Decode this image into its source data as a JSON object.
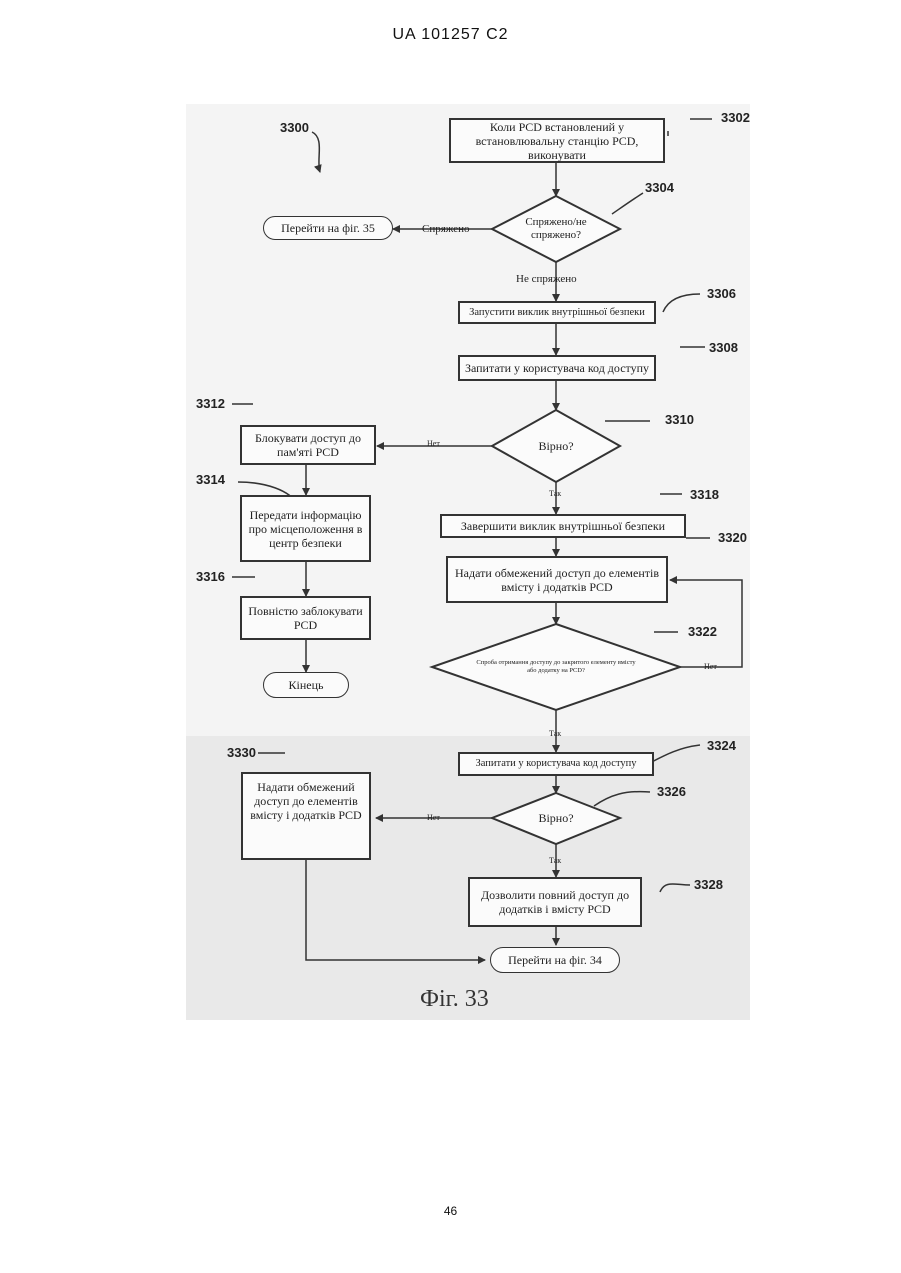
{
  "header": "UA   101257   C2",
  "page_number": "46",
  "figure": {
    "id": "3300",
    "caption": "Фіг. 33",
    "refs": {
      "r3302": "3302",
      "r3304": "3304",
      "r3306": "3306",
      "r3308": "3308",
      "r3310": "3310",
      "r3312": "3312",
      "r3314": "3314",
      "r3316": "3316",
      "r3318": "3318",
      "r3320": "3320",
      "r3322": "3322",
      "r3324": "3324",
      "r3326": "3326",
      "r3328": "3328",
      "r3330": "3330"
    },
    "nodes": {
      "start": "Коли PCD встановлений у встановлювальну станцію PCD, виконувати",
      "paired_q": "Спряжено/не спряжено?",
      "goto35": "Перейти на фіг. 35",
      "start_call": "Запустити виклик внутрішньої безпеки",
      "ask_code1": "Запитати у користувача код доступу",
      "correct_q1": "Вірно?",
      "block_mem": "Блокувати доступ до пам'яті PCD",
      "send_loc": "Передати інформацію про місцеположення в центр безпеки",
      "full_lock": "Повністю заблокувати PCD",
      "end": "Кінець",
      "end_call": "Завершити виклик внутрішньої безпеки",
      "limited_access": "Надати обмежений доступ до елементів вмісту і додатків PCD",
      "try_access_q": "Спроба отримання доступу до закритого елементу вмісту або додатку на PCD?",
      "ask_code2": "Запитати у користувача код доступу",
      "correct_q2": "Вірно?",
      "limited_access2": "Надати обмежений доступ до елементів вмісту і додатків PCD",
      "allow_full": "Дозволити повний доступ до додатків і вмісту PCD",
      "goto34": "Перейти на фіг. 34"
    },
    "edge_labels": {
      "paired": "Спряжено",
      "not_paired": "Не спряжено",
      "no1": "Нет",
      "yes1": "Так",
      "no2": "Нет",
      "yes2": "Так",
      "no3": "Нет",
      "yes3": "Так"
    }
  }
}
